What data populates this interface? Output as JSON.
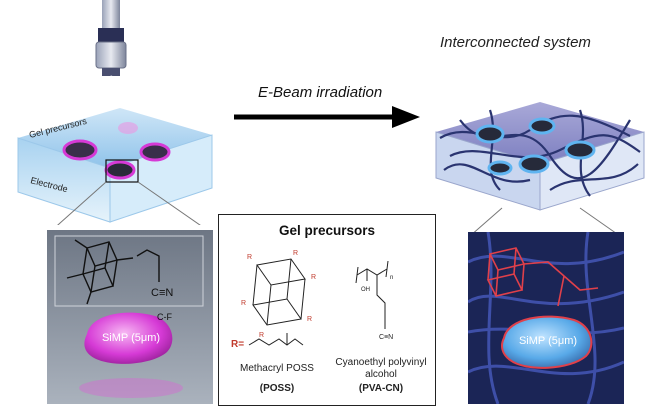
{
  "header": {
    "interconnected_title": "Interconnected system",
    "arrow_label": "E-Beam irradiation"
  },
  "left_scene": {
    "gel_precursors_label": "Gel precursors",
    "electrode_label": "Electrode"
  },
  "left_zoom": {
    "bond_label": "C-F",
    "nitrile_label": "C≡N",
    "particle_label": "SiMP (5μm)"
  },
  "gel_panel": {
    "title": "Gel precursors",
    "r_label": "R=",
    "poss_name": "Methacryl POSS",
    "poss_abbr": "(POSS)",
    "pva_name_line1": "Cyanoethyl polyvinyl",
    "pva_name_line2": "alcohol",
    "pva_abbr": "(PVA-CN)",
    "oh_label": "OH",
    "n_label": "n",
    "cn_label": "C≡N"
  },
  "right_zoom": {
    "particle_label": "SiMP (5μm)"
  },
  "colors": {
    "gel_blue": "#8fc3ea",
    "particle_magenta": "#d63ad6",
    "network_navy": "#2a3470",
    "highlight_red": "#e0404a"
  }
}
